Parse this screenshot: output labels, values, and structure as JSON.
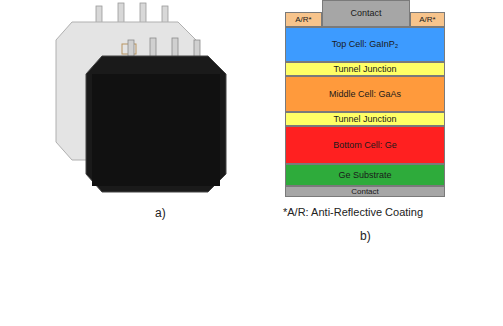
{
  "diagram": {
    "nodes": [
      {
        "text": [
          "A/R*"
        ]
      },
      {
        "text": [
          "Contact"
        ]
      },
      {
        "text": [
          "A/R*"
        ]
      },
      {
        "text": [
          "Top Cell: GaInP₂"
        ]
      },
      {
        "text": [
          "Tunnel Junction"
        ]
      },
      {
        "text": [
          "Middle Cell: GaAs"
        ]
      },
      {
        "text": [
          "Tunnel Junction"
        ]
      },
      {
        "text": [
          "Bottom Cell: Ge"
        ]
      },
      {
        "text": [
          "Ge Substrate"
        ]
      },
      {
        "text": [
          "Contact"
        ]
      }
    ],
    "labels": [
      "a)",
      "*A/R: Anti-Reflective Coating",
      "b)"
    ]
  }
}
